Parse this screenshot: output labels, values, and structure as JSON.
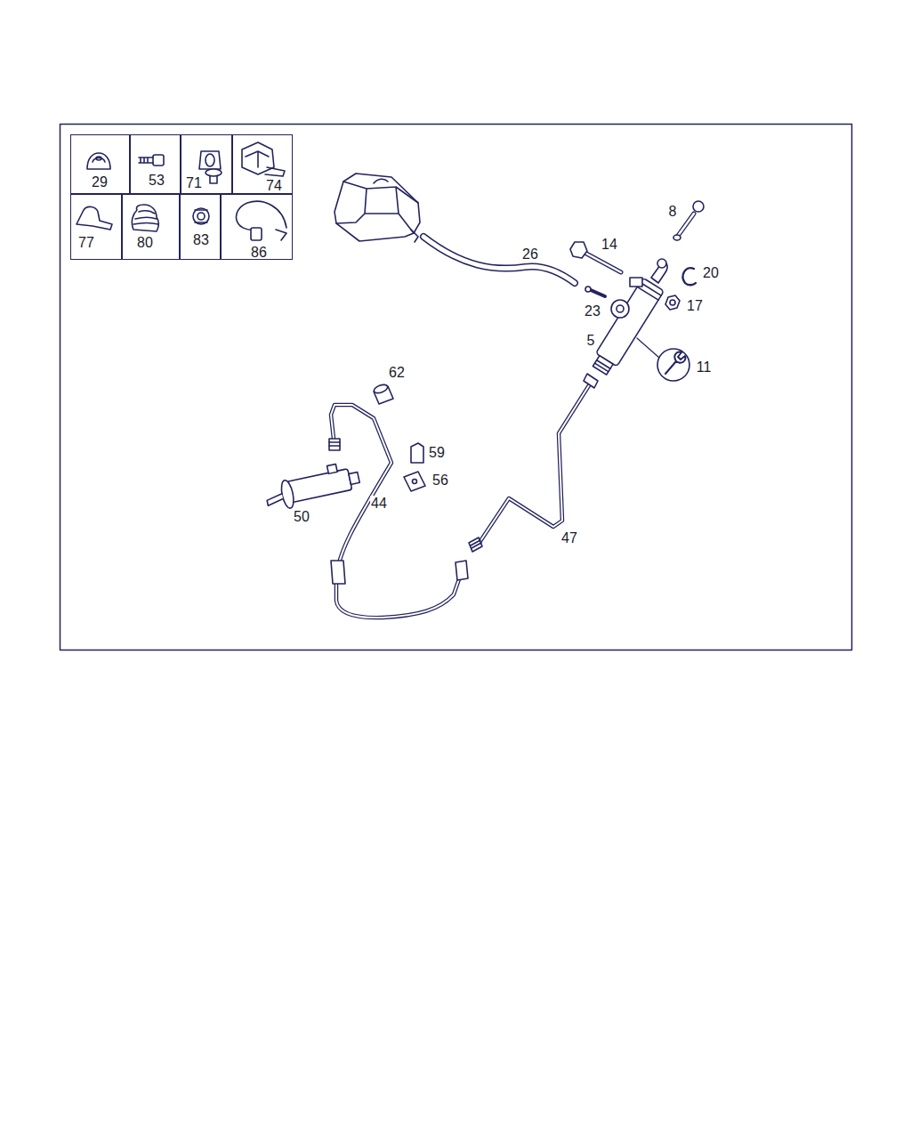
{
  "diagram": {
    "nodes": [
      {
        "text": [
          "29"
        ]
      },
      {
        "text": [
          "53"
        ]
      },
      {
        "text": [
          "71"
        ]
      },
      {
        "text": [
          "74"
        ]
      },
      {
        "text": [
          "77"
        ]
      },
      {
        "text": [
          "80"
        ]
      },
      {
        "text": [
          "83"
        ]
      },
      {
        "text": [
          "86"
        ]
      }
    ],
    "labels": [
      "26",
      "8",
      "14",
      "20",
      "23",
      "17",
      "5",
      "11",
      "62",
      "59",
      "56",
      "44",
      "50",
      "47"
    ]
  }
}
